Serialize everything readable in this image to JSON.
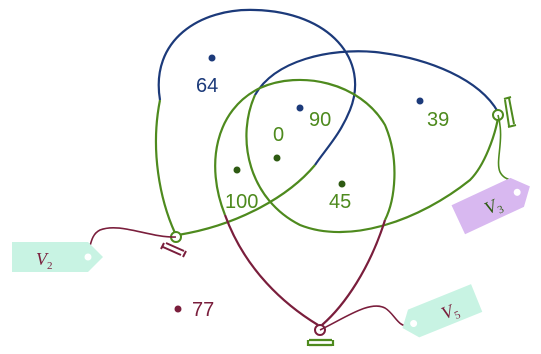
{
  "colors": {
    "blue": "#1c3a7a",
    "green": "#4e8a1e",
    "maroon": "#7a1e3c",
    "tag_mint": "#c8f3e3",
    "tag_lavender": "#d8b8f0",
    "dark_green_dot": "#2e5a12"
  },
  "points": [
    {
      "id": "p64",
      "label": "64",
      "color": "#1c3a7a"
    },
    {
      "id": "p0",
      "label": "0",
      "color": "#4e8a1e"
    },
    {
      "id": "p90",
      "label": "90",
      "color": "#4e8a1e"
    },
    {
      "id": "p39",
      "label": "39",
      "color": "#4e8a1e"
    },
    {
      "id": "p100",
      "label": "100",
      "color": "#4e8a1e"
    },
    {
      "id": "p45",
      "label": "45",
      "color": "#4e8a1e"
    },
    {
      "id": "p77",
      "label": "77",
      "color": "#7a1e3c"
    }
  ],
  "tags": [
    {
      "id": "v2",
      "letter": "V",
      "sub": "2",
      "color": "#c8f3e3",
      "text_color": "#7a1e3c"
    },
    {
      "id": "v3",
      "letter": "V",
      "sub": "3",
      "color": "#d8b8f0",
      "text_color": "#2e5a12"
    },
    {
      "id": "v5",
      "letter": "V",
      "sub": "5",
      "color": "#c8f3e3",
      "text_color": "#7a1e3c"
    }
  ]
}
